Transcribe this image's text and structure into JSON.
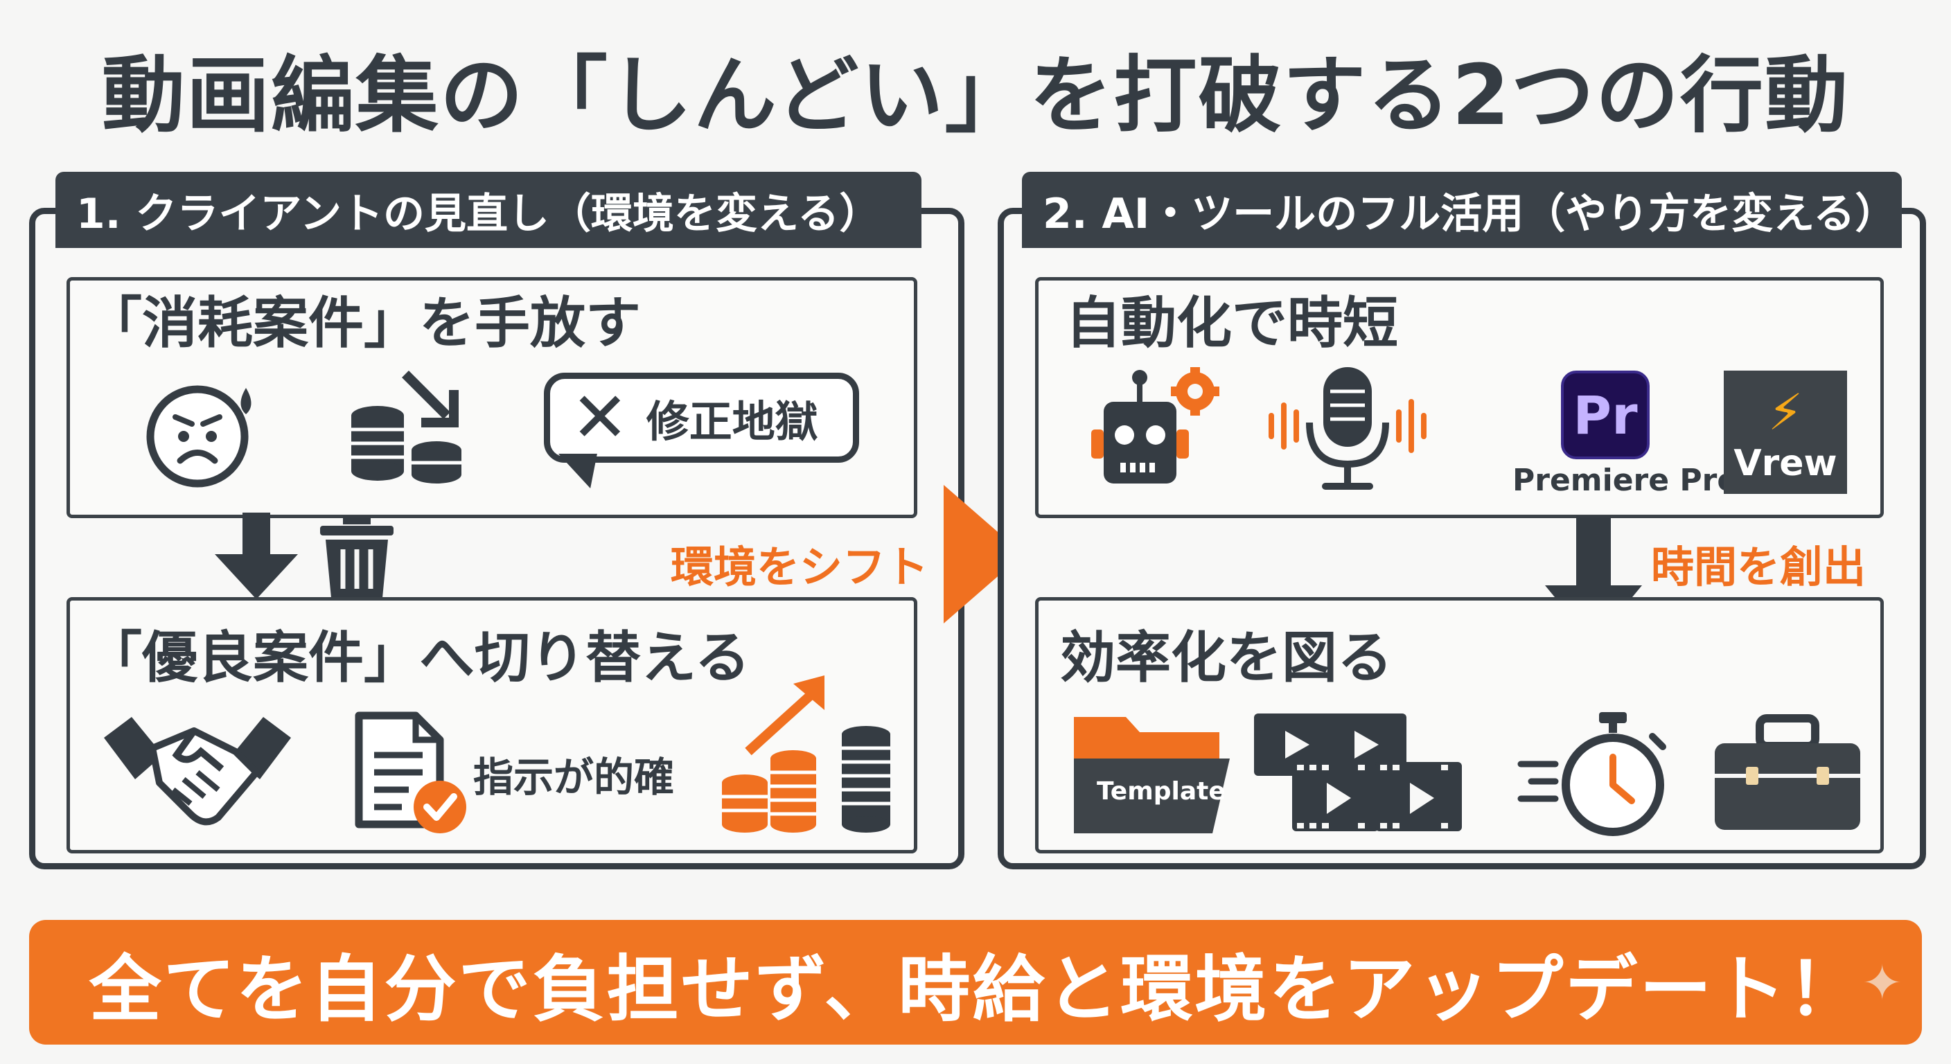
{
  "title": "動画編集の「しんどい」を打破する2つの行動",
  "left_panel": {
    "tab": "1. クライアントの見直し（環境を変える）",
    "top_box": {
      "heading": "「消耗案件」を手放す",
      "bubble_text": "修正地獄",
      "icons": [
        "worried-face-icon",
        "coins-down-icon",
        "x-icon"
      ]
    },
    "bottom_box": {
      "heading": "「優良案件」へ切り替える",
      "caption": "指示が的確",
      "icons": [
        "handshake-icon",
        "document-check-icon",
        "coins-up-icon"
      ]
    },
    "between_icons": [
      "arrow-down-icon",
      "trash-icon"
    ]
  },
  "shift_label": "環境をシフト",
  "right_panel": {
    "tab": "2. AI・ツールのフル活用（やり方を変える）",
    "top_box": {
      "heading": "自動化で時短",
      "apps": [
        {
          "name": "Premiere Pro",
          "abbr": "Pr"
        },
        {
          "name": "Vrew"
        }
      ],
      "icons": [
        "robot-icon",
        "microphone-icon"
      ]
    },
    "time_label": "時間を創出",
    "bottom_box": {
      "heading": "効率化を図る",
      "folder_label": "Template",
      "icons": [
        "folder-icon",
        "film-clips-icon",
        "stopwatch-icon",
        "toolbox-icon"
      ]
    }
  },
  "bottom_message": "全てを自分で負担せず、時給と環境をアップデート！",
  "colors": {
    "dark": "#353c43",
    "orange": "#f07020",
    "background": "#f6f6f5"
  }
}
